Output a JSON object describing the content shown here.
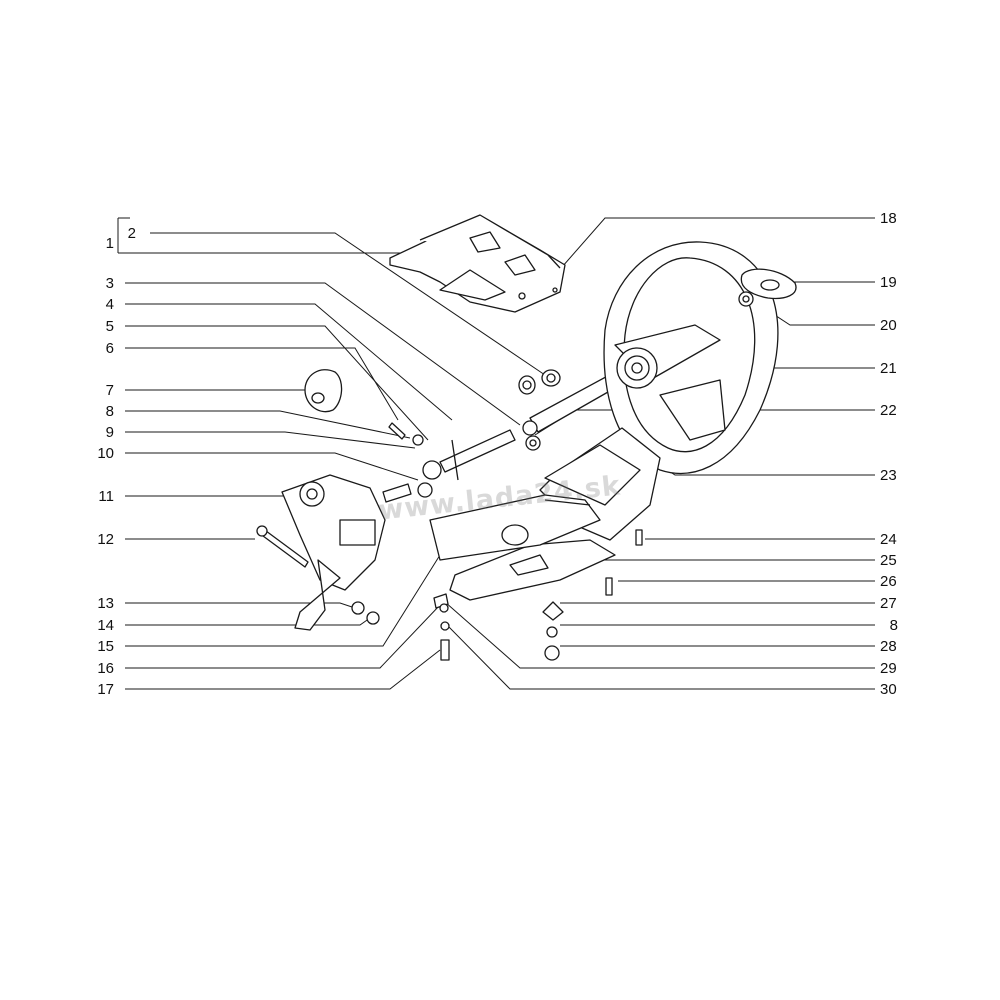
{
  "watermark": "www.lada24.sk",
  "labels_left": [
    "1",
    "2",
    "3",
    "4",
    "5",
    "6",
    "7",
    "8",
    "9",
    "10",
    "11",
    "12",
    "13",
    "14",
    "15",
    "16",
    "17"
  ],
  "labels_right": [
    "18",
    "19",
    "20",
    "21",
    "22",
    "23",
    "24",
    "25",
    "26",
    "27",
    "8",
    "28",
    "29",
    "30"
  ],
  "colors": {
    "line": "#1a1a1a",
    "background": "#ffffff",
    "watermark": "#9a9a9a"
  }
}
